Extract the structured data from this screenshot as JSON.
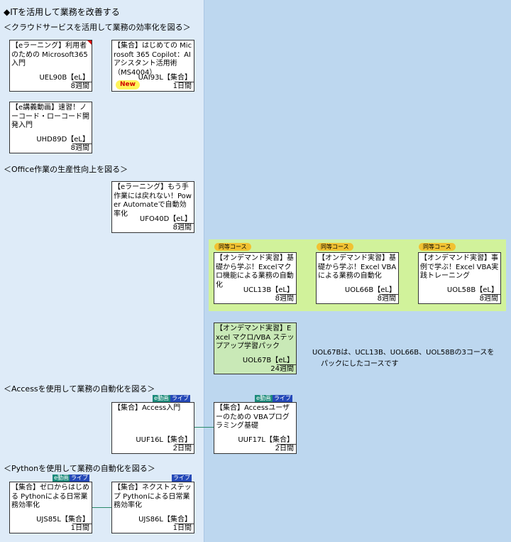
{
  "title": "◆ITを活用して業務を改善する",
  "sections": {
    "cloud": "＜クラウドサービスを活用して業務の効率化を図る＞",
    "office": "＜Office作業の生産性向上を図る＞",
    "access": "＜Accessを使用して業務の自動化を図る＞",
    "python": "＜Pythonを使用して業務の自動化を図る＞"
  },
  "badges": {
    "new": "New",
    "equivalent": "同等コース",
    "edouga": "e動画",
    "live": "ライブ"
  },
  "courses": {
    "uel90b": {
      "title": "【eラーニング】利用者のための Microsoft365入門",
      "code": "UEL90B【eL】",
      "duration": "8週間"
    },
    "uai93l": {
      "title": "【集合】はじめての Microsoft 365 Copilot：AIアシスタント活用術 （MS4004）",
      "code": "UAI93L【集合】",
      "duration": "1日間"
    },
    "uhd89d": {
      "title": "【e講義動画】速習！ノーコード・ローコード開発入門",
      "code": "UHD89D【eL】",
      "duration": "8週間"
    },
    "ufo40d": {
      "title": "【eラーニング】もう手作業には戻れない！Power Automateで自動効率化",
      "code": "UFO40D【eL】",
      "duration": "8週間"
    },
    "ucl13b": {
      "title": "【オンデマンド実習】基礎から学ぶ！Excelマクロ機能による業務の自動化",
      "code": "UCL13B【eL】",
      "duration": "8週間"
    },
    "uol66b": {
      "title": "【オンデマンド実習】基礎から学ぶ！Excel VBAによる業務の自動化",
      "code": "UOL66B【eL】",
      "duration": "8週間"
    },
    "uol58b": {
      "title": "【オンデマンド実習】事例で学ぶ！Excel VBA実践トレーニング",
      "code": "UOL58B【eL】",
      "duration": "8週間"
    },
    "uol67b": {
      "title": "【オンデマンド実習】Excel マクロ/VBA ステップアップ学習パック",
      "code": "UOL67B【eL】",
      "duration": "24週間"
    },
    "uuf16l": {
      "title": "【集合】Access入門",
      "code": "UUF16L【集合】",
      "duration": "2日間"
    },
    "uuf17l": {
      "title": "【集合】Accessユーザーのための VBAプログラミング基礎",
      "code": "UUF17L【集合】",
      "duration": "2日間"
    },
    "ujs85l": {
      "title": "【集合】ゼロからはじめる Pythonによる日常業務効率化",
      "code": "UJS85L【集合】",
      "duration": "1日間"
    },
    "ujs86l": {
      "title": "【集合】ネクストステップ Pythonによる日常業務効率化",
      "code": "UJS86L【集合】",
      "duration": "1日間"
    }
  },
  "note": {
    "line1": "UOL67Bは、UCL13B、UOL66B、UOL58Bの3コースを",
    "line2": "パックにしたコースです"
  }
}
